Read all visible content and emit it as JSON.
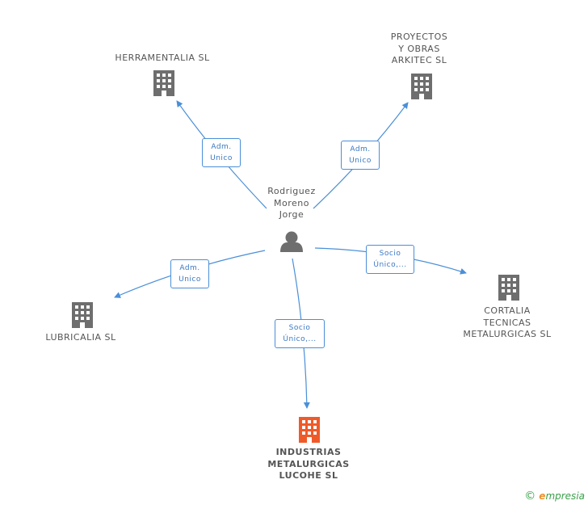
{
  "person": {
    "name": "Rodriguez\nMoreno\nJorge"
  },
  "companies": [
    {
      "id": "herramentalia",
      "name": "HERRAMENTALIA SL"
    },
    {
      "id": "proyectos",
      "name": "PROYECTOS\nY OBRAS\nARKITEC SL"
    },
    {
      "id": "lubricalia",
      "name": "LUBRICALIA SL"
    },
    {
      "id": "cortalia",
      "name": "CORTALIA\nTECNICAS\nMETALURGICAS SL"
    },
    {
      "id": "industrias",
      "name": "INDUSTRIAS\nMETALURGICAS\nLUCOHE SL"
    }
  ],
  "relations": [
    {
      "to": "herramentalia",
      "label": "Adm.\nUnico"
    },
    {
      "to": "proyectos",
      "label": "Adm.\nUnico"
    },
    {
      "to": "lubricalia",
      "label": "Adm.\nUnico"
    },
    {
      "to": "cortalia",
      "label": "Socio\nÚnico,..."
    },
    {
      "to": "industrias",
      "label": "Socio\nÚnico,..."
    }
  ],
  "brand": {
    "copyright": "©",
    "e": "e",
    "rest": "mpresia"
  },
  "colors": {
    "edge": "#4a8fd8",
    "building": "#6e6e6e",
    "focus": "#f05a28",
    "person": "#6e6e6e"
  }
}
